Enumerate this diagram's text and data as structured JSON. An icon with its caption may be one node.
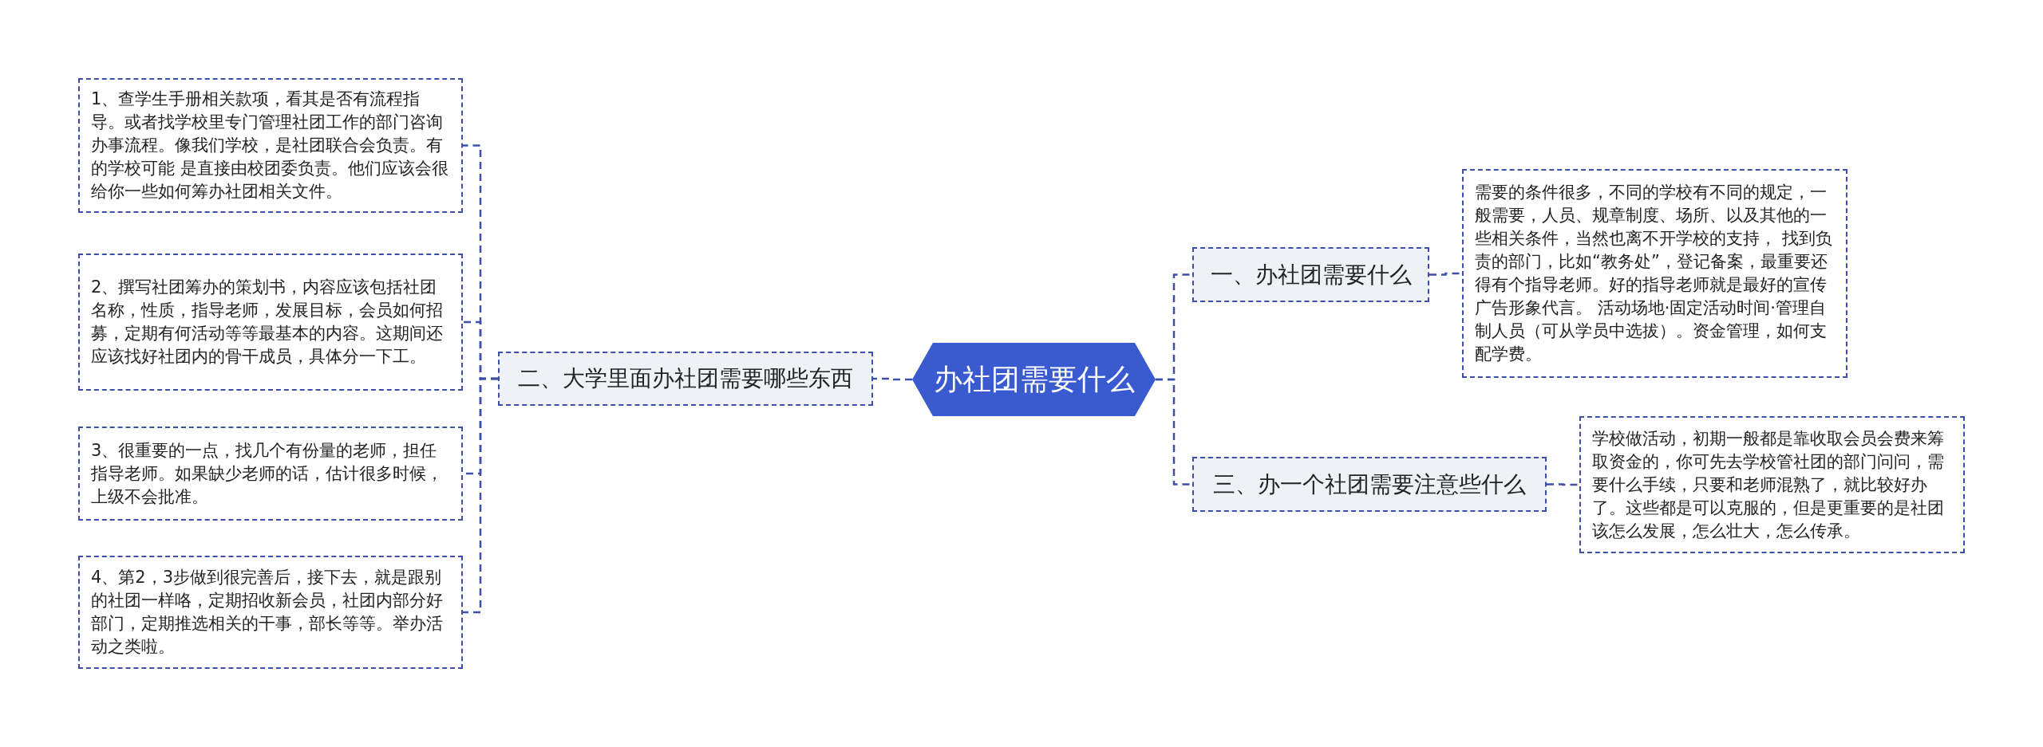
{
  "diagram": {
    "nodes": [
      {
        "text": [
          "办社团需要什么"
        ]
      },
      {
        "text": [
          "一、办社团需要什么"
        ]
      },
      {
        "text": [
          "需要的条件很多，不同的学校有不同的规定，一般需要，人员、规章制度、场所、以及其他的一些相关条件，当然也离不开学校的支持， 找到负责的部门，比如“教务处”，登记备案，最重要还得有个指导老师。好的指导老师就是最好的宣传广告形象代言。 活动场地·固定活动时间·管理自制人员（可从学员中选拔）。资金管理，如何支配学费。"
        ]
      },
      {
        "text": [
          "二、大学里面办社团需要哪些东西"
        ]
      },
      {
        "text": [
          "1、查学生手册相关款项，看其是否有流程指导。或者找学校里专门管理社团工作的部门咨询办事流程。像我们学校，是社团联合会负责。有的学校可能 是直接由校团委负责。他们应该会很给你一些如何筹办社团相关文件。"
        ]
      },
      {
        "text": [
          "2、撰写社团筹办的策划书，内容应该包括社团名称，性质，指导老师，发展目标，会员如何招募，定期有何活动等等最基本的内容。这期间还应该找好社团内的骨干成员，具体分一下工。"
        ]
      },
      {
        "text": [
          "3、很重要的一点，找几个有份量的老师，担任指导老师。如果缺少老师的话，估计很多时候，上级不会批准。"
        ]
      },
      {
        "text": [
          "4、第2，3步做到很完善后，接下去，就是跟别的社团一样咯，定期招收新会员，社团内部分好部门，定期推选相关的干事，部长等等。举办活动之类啦。"
        ]
      },
      {
        "text": [
          "三、办一个社团需要注意些什么"
        ]
      },
      {
        "text": [
          "学校做活动，初期一般都是靠收取会员会费来筹取资金的，你可先去学校管社团的部门问问，需要什么手续，只要和老师混熟了，就比较好办了。这些都是可以克服的，但是更重要的是社团该怎么发展，怎么壮大，怎么传承。"
        ]
      }
    ],
    "edges": [
      {
        "from": 0,
        "to": 1,
        "arrow": "none",
        "style": "dashed"
      },
      {
        "from": 1,
        "to": 2,
        "arrow": "none",
        "style": "dashed"
      },
      {
        "from": 0,
        "to": 3,
        "arrow": "none",
        "style": "dashed"
      },
      {
        "from": 3,
        "to": 4,
        "arrow": "none",
        "style": "dashed"
      },
      {
        "from": 3,
        "to": 5,
        "arrow": "none",
        "style": "dashed"
      },
      {
        "from": 3,
        "to": 6,
        "arrow": "none",
        "style": "dashed"
      },
      {
        "from": 3,
        "to": 7,
        "arrow": "none",
        "style": "dashed"
      },
      {
        "from": 0,
        "to": 8,
        "arrow": "none",
        "style": "dashed"
      },
      {
        "from": 8,
        "to": 9,
        "arrow": "none",
        "style": "dashed"
      }
    ]
  }
}
